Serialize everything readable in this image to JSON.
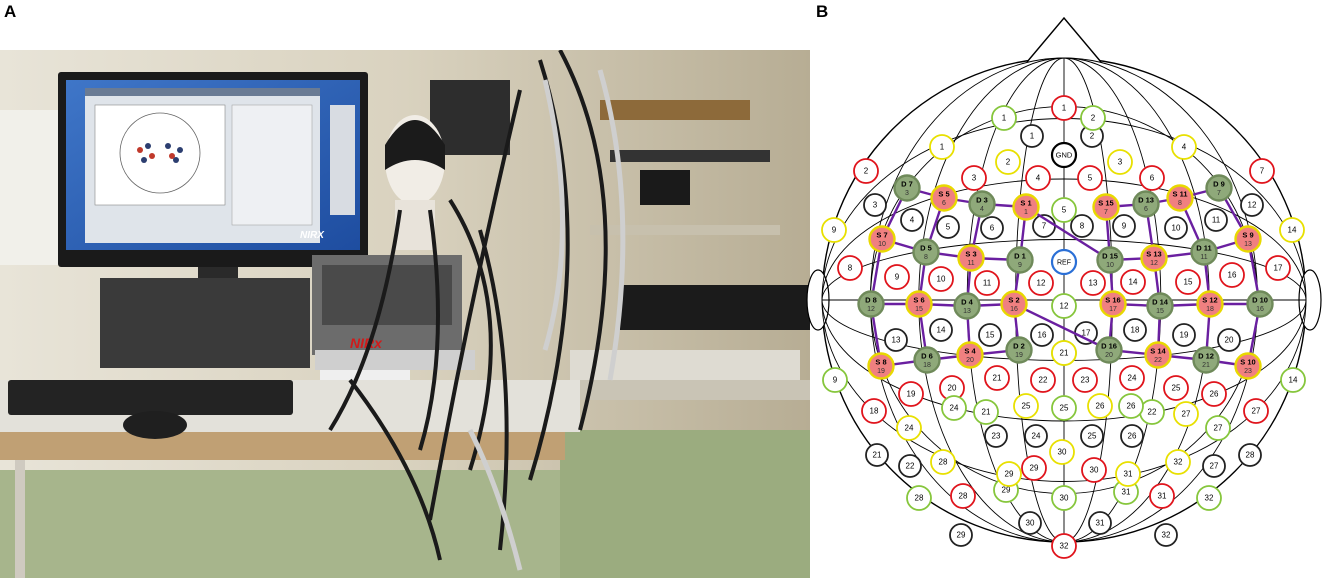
{
  "panels": {
    "a_label": "A",
    "b_label": "B"
  },
  "photo": {
    "brand": "NIRX",
    "box_brand": "NIRx"
  },
  "montage": {
    "gnd": "GND",
    "ref": "REF",
    "sources": [
      {
        "label": "S 1",
        "num": "1"
      },
      {
        "label": "S 2",
        "num": "16"
      },
      {
        "label": "S 3",
        "num": "11"
      },
      {
        "label": "S 4",
        "num": "20"
      },
      {
        "label": "S 5",
        "num": "6"
      },
      {
        "label": "S 6",
        "num": "15"
      },
      {
        "label": "S 7",
        "num": "10"
      },
      {
        "label": "S 8",
        "num": "19"
      },
      {
        "label": "S 9",
        "num": "13"
      },
      {
        "label": "S 10",
        "num": "23"
      },
      {
        "label": "S 11",
        "num": "8"
      },
      {
        "label": "S 12",
        "num": "18"
      },
      {
        "label": "S 13",
        "num": "12"
      },
      {
        "label": "S 14",
        "num": "22"
      },
      {
        "label": "S 15",
        "num": "7"
      },
      {
        "label": "S 16",
        "num": "17"
      }
    ],
    "detectors": [
      {
        "label": "D 1",
        "num": "9"
      },
      {
        "label": "D 2",
        "num": "19"
      },
      {
        "label": "D 3",
        "num": "4"
      },
      {
        "label": "D 4",
        "num": "13"
      },
      {
        "label": "D 5",
        "num": "8"
      },
      {
        "label": "D 6",
        "num": "18"
      },
      {
        "label": "D 7",
        "num": "3"
      },
      {
        "label": "D 8",
        "num": "12"
      },
      {
        "label": "D 9",
        "num": "7"
      },
      {
        "label": "D 10",
        "num": "16"
      },
      {
        "label": "D 11",
        "num": "11"
      },
      {
        "label": "D 12",
        "num": "21"
      },
      {
        "label": "D 13",
        "num": "6"
      },
      {
        "label": "D 14",
        "num": "15"
      },
      {
        "label": "D 15",
        "num": "10"
      },
      {
        "label": "D 16",
        "num": "20"
      }
    ],
    "red": [
      "1",
      "2",
      "3",
      "4",
      "5",
      "6",
      "7",
      "8",
      "9",
      "10",
      "11",
      "12",
      "13",
      "14",
      "15",
      "16",
      "17",
      "18",
      "19",
      "20",
      "21",
      "22",
      "23",
      "24",
      "25",
      "26",
      "27",
      "28",
      "29",
      "30",
      "31",
      "32"
    ],
    "green": [
      "1",
      "2",
      "5",
      "9",
      "12",
      "14",
      "17",
      "21",
      "22",
      "24",
      "25",
      "26",
      "27",
      "28",
      "29",
      "30",
      "31",
      "32"
    ],
    "yellow": [
      "1",
      "2",
      "3",
      "4",
      "9",
      "14",
      "21",
      "24",
      "25",
      "26",
      "27",
      "28",
      "29",
      "30",
      "31",
      "32"
    ],
    "black": [
      "1",
      "2",
      "3",
      "4",
      "5",
      "6",
      "7",
      "8",
      "9",
      "10",
      "11",
      "12",
      "13",
      "14",
      "15",
      "16",
      "17",
      "18",
      "19",
      "20",
      "21",
      "22",
      "23",
      "24",
      "25",
      "26",
      "27",
      "28",
      "29",
      "30",
      "31",
      "32"
    ],
    "colors": {
      "source_fill": "#f08080",
      "source_ring": "#e8d800",
      "detector_fill": "#8fa97a",
      "link": "#6a1fa0",
      "red": "#e0141c",
      "green": "#86c63c",
      "yellow": "#e8e000",
      "black": "#222222",
      "ref": "#2a6fd6"
    }
  }
}
